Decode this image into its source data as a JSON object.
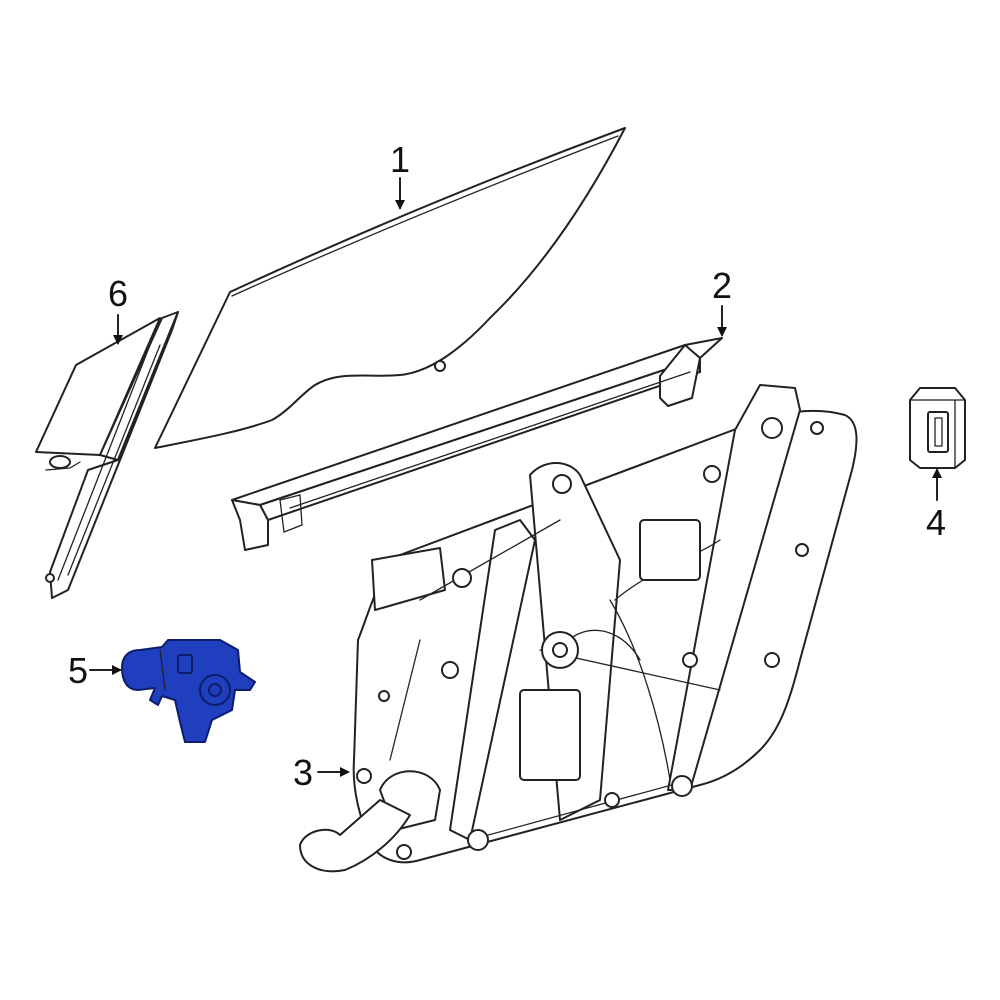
{
  "colors": {
    "line": "#222222",
    "highlight": "#1f3fbf",
    "highlight_stroke": "#0d1d6b",
    "background": "#ffffff"
  },
  "callouts": [
    {
      "id": "1",
      "label": "1"
    },
    {
      "id": "2",
      "label": "2"
    },
    {
      "id": "3",
      "label": "3"
    },
    {
      "id": "4",
      "label": "4"
    },
    {
      "id": "5",
      "label": "5"
    },
    {
      "id": "6",
      "label": "6"
    }
  ],
  "highlighted_part": "5"
}
